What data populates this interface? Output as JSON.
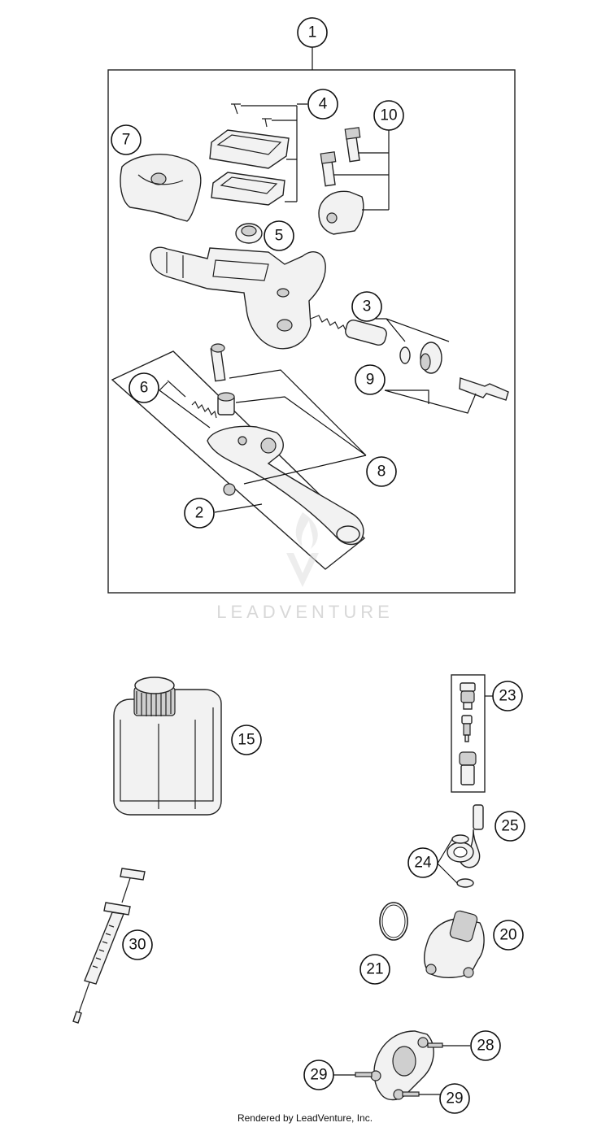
{
  "callouts": {
    "c1": "1",
    "c2": "2",
    "c3": "3",
    "c4": "4",
    "c5": "5",
    "c6": "6",
    "c7": "7",
    "c8": "8",
    "c9": "9",
    "c10": "10",
    "c15": "15",
    "c20": "20",
    "c21": "21",
    "c23": "23",
    "c24": "24",
    "c25": "25",
    "c28": "28",
    "c29a": "29",
    "c29b": "29",
    "c30": "30"
  },
  "watermark": "LEADVENTURE",
  "footer": "Rendered by LeadVenture, Inc."
}
